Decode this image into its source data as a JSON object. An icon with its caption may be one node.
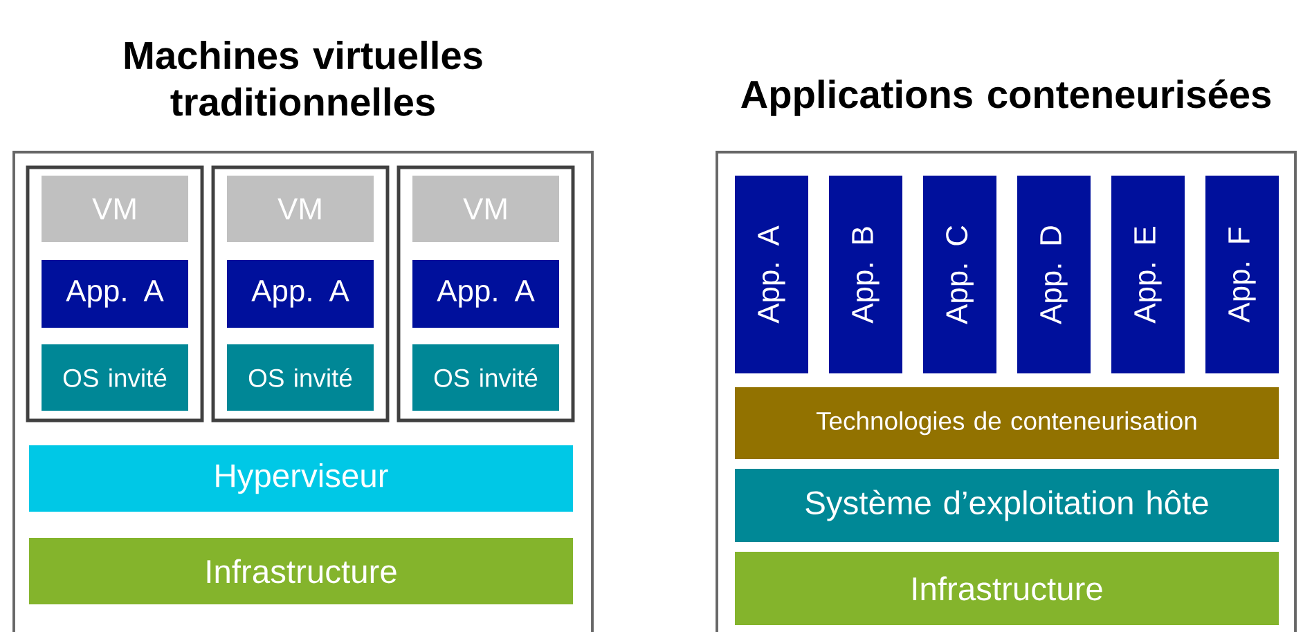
{
  "diagram": {
    "nodes": [
      {
        "text": [
          "Machines virtuelles traditionnelles"
        ]
      },
      {
        "text": [],
        "shape": "box",
        "in": 0
      },
      {
        "text": [
          "VM"
        ],
        "in": 1
      },
      {
        "text": [
          "App. A"
        ],
        "in": 1
      },
      {
        "text": [
          "OS invité"
        ],
        "in": 1
      },
      {
        "text": [],
        "shape": "box",
        "in": 0
      },
      {
        "text": [
          "VM"
        ],
        "in": 5
      },
      {
        "text": [
          "App. A"
        ],
        "in": 5
      },
      {
        "text": [
          "OS invité"
        ],
        "in": 5
      },
      {
        "text": [],
        "shape": "box",
        "in": 0
      },
      {
        "text": [
          "VM"
        ],
        "in": 9
      },
      {
        "text": [
          "App. A"
        ],
        "in": 9
      },
      {
        "text": [
          "OS invité"
        ],
        "in": 9
      },
      {
        "text": [
          "Hyperviseur"
        ],
        "in": 0
      },
      {
        "text": [
          "Infrastructure"
        ],
        "in": 0
      },
      {
        "text": [
          "Applications conteneurisées"
        ]
      },
      {
        "text": [
          "App. A"
        ],
        "in": 15
      },
      {
        "text": [
          "App. B"
        ],
        "in": 15
      },
      {
        "text": [
          "App. C"
        ],
        "in": 15
      },
      {
        "text": [
          "App. D"
        ],
        "in": 15
      },
      {
        "text": [
          "App. E"
        ],
        "in": 15
      },
      {
        "text": [
          "App. F"
        ],
        "in": 15
      },
      {
        "text": [
          "Technologies de conteneurisation"
        ],
        "in": 15
      },
      {
        "text": [
          "Système d’exploitation hôte"
        ],
        "in": 15
      },
      {
        "text": [
          "Infrastructure"
        ],
        "in": 15
      }
    ]
  }
}
